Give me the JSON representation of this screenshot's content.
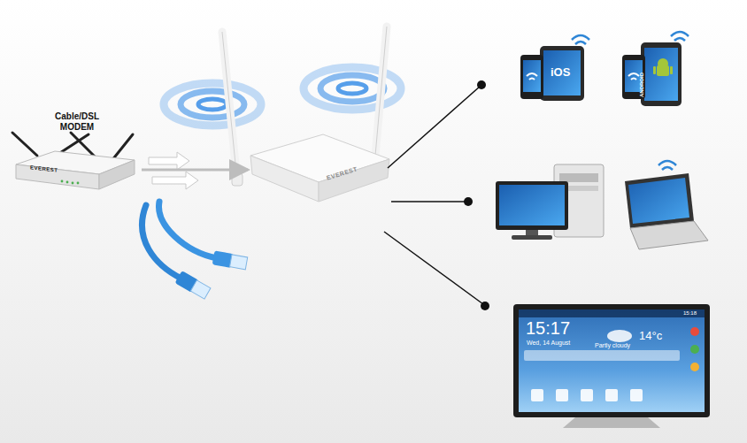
{
  "diagram": {
    "nodes": [
      {
        "text": [
          "Cable/DSL MODEM",
          "EVEREST"
        ]
      },
      {
        "text": [
          "EVEREST"
        ]
      }
    ],
    "edges": [
      {
        "from": 0,
        "to": 1,
        "arrow": "to"
      }
    ],
    "labels": [
      "iOS",
      "ANDROID",
      "15:17",
      "Wed, 14 August",
      "Partly cloudy",
      "14°c",
      "15:18"
    ]
  }
}
